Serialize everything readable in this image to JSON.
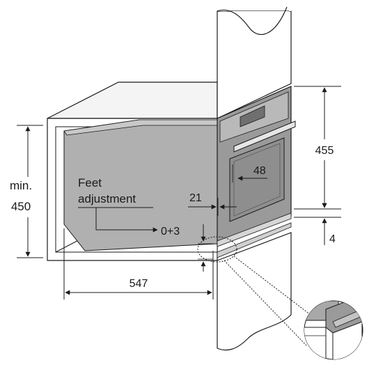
{
  "diagram": {
    "labels": {
      "min_line1": "min.",
      "min_line2": "450",
      "feet_line1": "Feet",
      "feet_line2": "adjustment",
      "feet_range": "0+3",
      "dim_547": "547",
      "dim_21": "21",
      "dim_48": "48",
      "dim_455": "455",
      "dim_4": "4"
    },
    "colors": {
      "line": "#1a1a1a",
      "cabinet_fill": "#ffffff",
      "oven_side": "#b0b0b0",
      "oven_side_dark": "#8c8c8c",
      "front_panel": "#9a9a9a",
      "front_panel_light": "#c4c4c4",
      "glass": "#8e8e8e"
    }
  }
}
